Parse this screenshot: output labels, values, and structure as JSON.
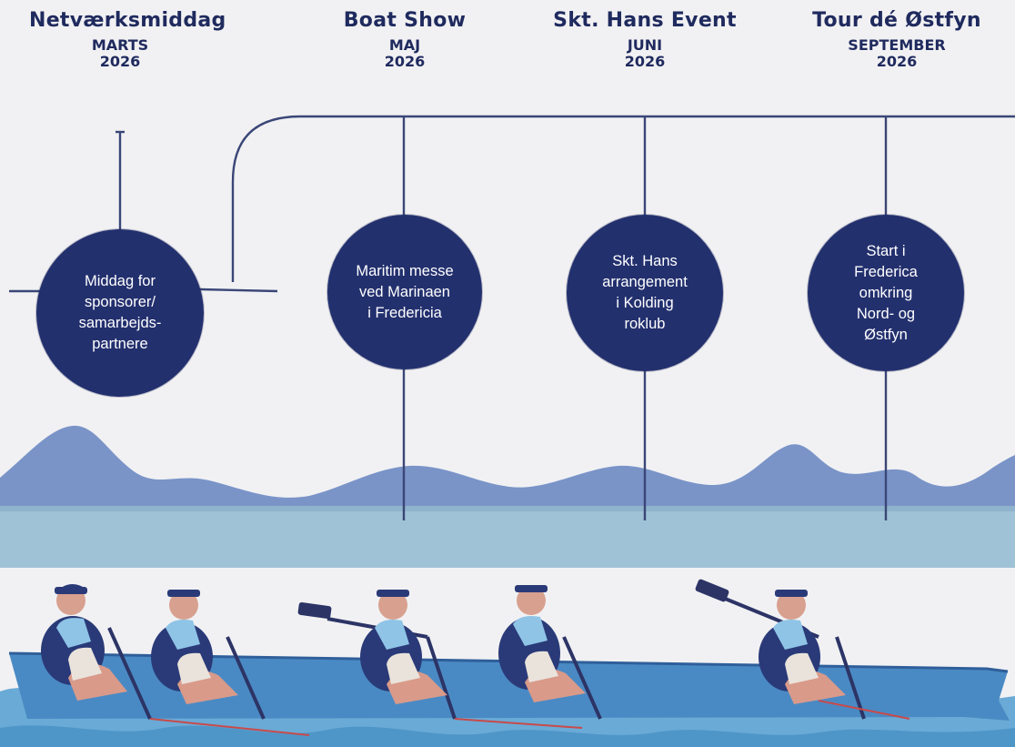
{
  "events": [
    {
      "title": "Netværksmiddag",
      "month": "MARTS",
      "year": "2026",
      "description": "Middag for\nsponsorer/\nsamarbejds-\npartnere"
    },
    {
      "title": "Boat Show",
      "month": "MAJ",
      "year": "2026",
      "description": "Maritim messe\nved Marinaen\ni Fredericia"
    },
    {
      "title": "Skt. Hans Event",
      "month": "JUNI",
      "year": "2026",
      "description": "Skt. Hans\narrangement\ni Kolding\nroklub"
    },
    {
      "title": "Tour dé Østfyn",
      "month": "SEPTEMBER",
      "year": "2026",
      "description": "Start i\nFrederica\nomkring\nNord- og\nØstfyn"
    }
  ],
  "colors": {
    "navy": "#23306e",
    "line": "#3a4676",
    "mountains": "#7a94c8",
    "water": "#9fc2d6",
    "sea": "#6aaad6",
    "background": "#f1f1f3"
  }
}
